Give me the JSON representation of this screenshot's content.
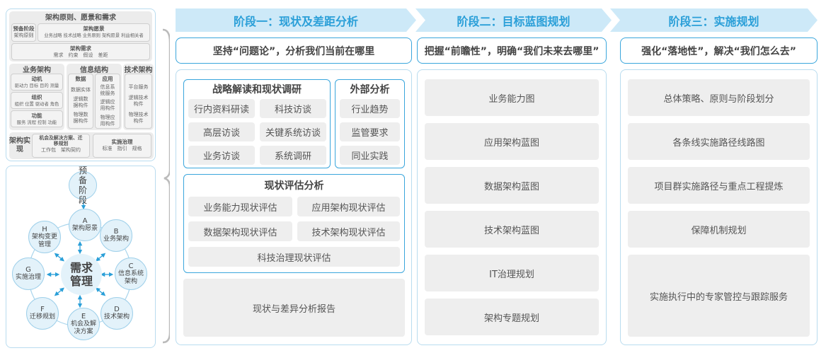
{
  "left_top": {
    "title": "架构原则、愿景和需求",
    "prelim": {
      "title": "预备阶段",
      "items": "架构原则"
    },
    "vision": {
      "title": "架构愿景",
      "items": "业务战略 技术战略 业务原则 架构愿景 利益相关者"
    },
    "requirements": {
      "title": "架构需求",
      "items": "需求　约束　假设　差距"
    },
    "business": {
      "title": "业务架构",
      "groups": [
        {
          "title": "动机",
          "items": "驱动力 目标 目的 测量"
        },
        {
          "title": "组织",
          "items": "组织 位置 驱动者 角色"
        },
        {
          "title": "功能",
          "items": "服务 流程 控制 功能"
        }
      ]
    },
    "information": {
      "title": "信息结构",
      "data": {
        "title": "数据",
        "items": [
          "数据实体",
          "逻辑数据构件",
          "物理数据构件"
        ]
      },
      "app": {
        "title": "应用",
        "items": [
          "信息系统服务",
          "逻辑应用构件",
          "物理应用构件"
        ]
      }
    },
    "technology": {
      "title": "技术架构",
      "items": [
        "平台服务",
        "逻辑技术构件",
        "物理技术构件"
      ]
    },
    "realization": {
      "title": "架构实现",
      "opportunity": {
        "title": "机会及解决方案、迁移规划",
        "items": "工作包　架构契约"
      },
      "governance": {
        "title": "实施治理",
        "items": "标准　指引　规格"
      }
    }
  },
  "cycle": {
    "center": "需求管理",
    "prelim": "预备阶段",
    "nodes": [
      {
        "letter": "A",
        "label": "架构愿景"
      },
      {
        "letter": "B",
        "label": "业务架构"
      },
      {
        "letter": "C",
        "label": "信息系统架构"
      },
      {
        "letter": "D",
        "label": "技术架构"
      },
      {
        "letter": "E",
        "label": "机会及解决方案"
      },
      {
        "letter": "F",
        "label": "迁移规划"
      },
      {
        "letter": "G",
        "label": "实施治理"
      },
      {
        "letter": "H",
        "label": "架构变更管理"
      }
    ]
  },
  "stages": [
    {
      "title": "阶段一：现状及差距分析",
      "subtitle": "坚持“问题论”，分析我们当前在哪里"
    },
    {
      "title": "阶段二：目标蓝图规划",
      "subtitle": "把握“前瞻性”，明确“我们未来去哪里”"
    },
    {
      "title": "阶段三：实施规划",
      "subtitle": "强化“落地性”，解决“我们怎么去”"
    }
  ],
  "stage1": {
    "strategy": {
      "title": "战略解读和现状调研",
      "items": [
        "行内资料研读",
        "科技访谈",
        "高层访谈",
        "关键系统访谈",
        "业务访谈",
        "系统调研"
      ]
    },
    "external": {
      "title": "外部分析",
      "items": [
        "行业趋势",
        "监管要求",
        "同业实践"
      ]
    },
    "assessment": {
      "title": "现状评估分析",
      "items": [
        "业务能力现状评估",
        "应用架构现状评估",
        "数据架构现状评估",
        "技术架构现状评估",
        "科技治理现状评估"
      ]
    },
    "report": "现状与差异分析报告"
  },
  "stage2": {
    "items": [
      "业务能力图",
      "应用架构蓝图",
      "数据架构蓝图",
      "技术架构蓝图",
      "IT治理规划",
      "架构专题规划"
    ]
  },
  "stage3": {
    "items": [
      "总体策略、原则与阶段划分",
      "各条线实施路径线路图",
      "项目群实施路径与重点工程提炼",
      "保障机制规划",
      "实施执行中的专家管控与跟踪服务"
    ]
  },
  "colors": {
    "accent": "#3aa6dc",
    "stage_bg": "#cde9f8",
    "stage_text": "#2a9fd8"
  }
}
